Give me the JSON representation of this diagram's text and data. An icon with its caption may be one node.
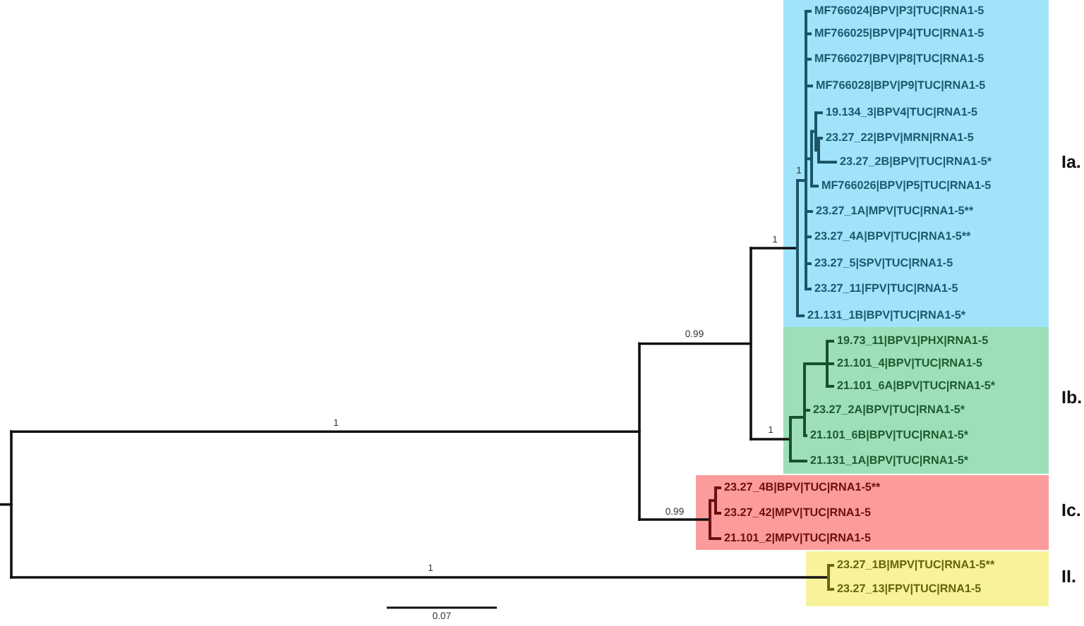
{
  "diagram": {
    "nodes": [
      {
        "text": [
          "MF766024|BPV|P3|TUC|RNA1-5",
          "MF766025|BPV|P4|TUC|RNA1-5",
          "MF766027|BPV|P8|TUC|RNA1-5",
          "MF766028|BPV|P9|TUC|RNA1-5",
          "19.134_3|BPV4|TUC|RNA1-5",
          "23.27_22|BPV|MRN|RNA1-5",
          "23.27_2B|BPV|TUC|RNA1-5*",
          "MF766026|BPV|P5|TUC|RNA1-5",
          "23.27_1A|MPV|TUC|RNA1-5**",
          "23.27_4A|BPV|TUC|RNA1-5**",
          "23.27_5|SPV|TUC|RNA1-5",
          "23.27_11|FPV|TUC|RNA1-5",
          "21.131_1B|BPV|TUC|RNA1-5*"
        ],
        "beside": [
          "Ia."
        ]
      },
      {
        "text": [
          "19.73_11|BPV1|PHX|RNA1-5",
          "21.101_4|BPV|TUC|RNA1-5",
          "21.101_6A|BPV|TUC|RNA1-5*",
          "23.27_2A|BPV|TUC|RNA1-5*",
          "21.101_6B|BPV|TUC|RNA1-5*",
          "21.131_1A|BPV|TUC|RNA1-5*"
        ],
        "beside": [
          "Ib."
        ]
      },
      {
        "text": [
          "23.27_4B|BPV|TUC|RNA1-5**",
          "23.27_42|MPV|TUC|RNA1-5",
          "21.101_2|MPV|TUC|RNA1-5"
        ],
        "beside": [
          "Ic."
        ]
      },
      {
        "text": [
          "23.27_1B|MPV|TUC|RNA1-5**",
          "23.27_13|FPV|TUC|RNA1-5"
        ],
        "beside": [
          "II."
        ]
      }
    ],
    "labels": [
      "1",
      "1",
      "0.99",
      "1",
      "1",
      "0.99",
      "1",
      "0.07"
    ]
  }
}
